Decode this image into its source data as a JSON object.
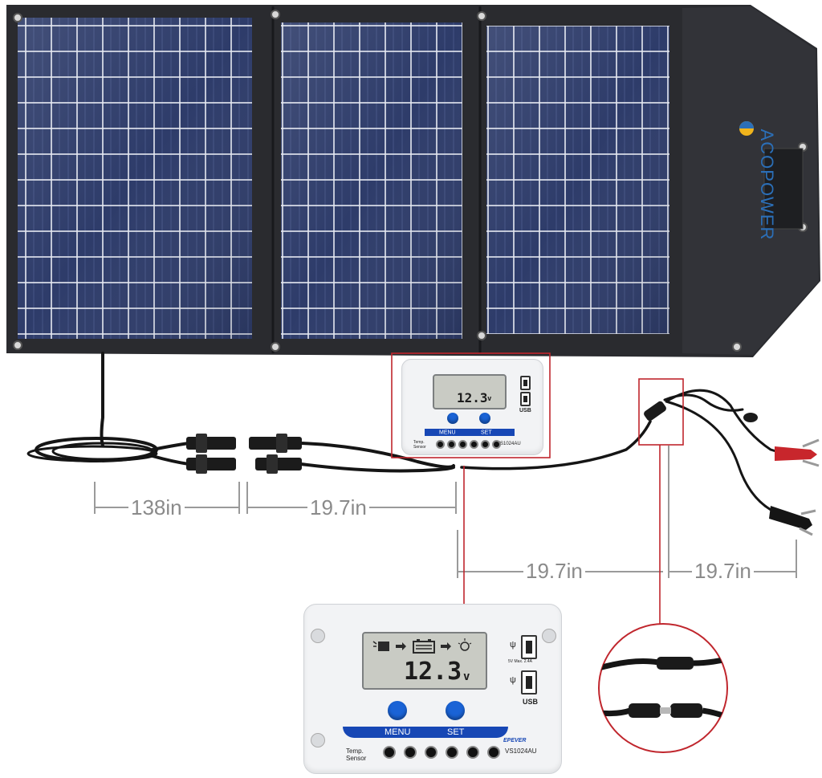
{
  "brand": {
    "logo_text": "ACOPOWER"
  },
  "dimensions": {
    "cable_panel": "138in",
    "cable_extension": "19.7in",
    "cable_controller_out": "19.7in",
    "cable_clamps": "19.7in"
  },
  "controller": {
    "voltage_display": "12.3",
    "voltage_unit": "v",
    "menu_label": "MENU",
    "set_label": "SET",
    "brand_label": "EPEVER",
    "model": "VS1024AU",
    "usb_label": "USB",
    "usb_rating": "5V  Max. 2.4A",
    "temp_sensor_label": "Temp. Sensor"
  },
  "colors": {
    "panel_backing": "#2a2b2f",
    "cell_blue": "#2e3c6a",
    "callout_red": "#c0262d",
    "button_blue": "#1a63d6",
    "dimension_gray": "#8a8a8a"
  }
}
